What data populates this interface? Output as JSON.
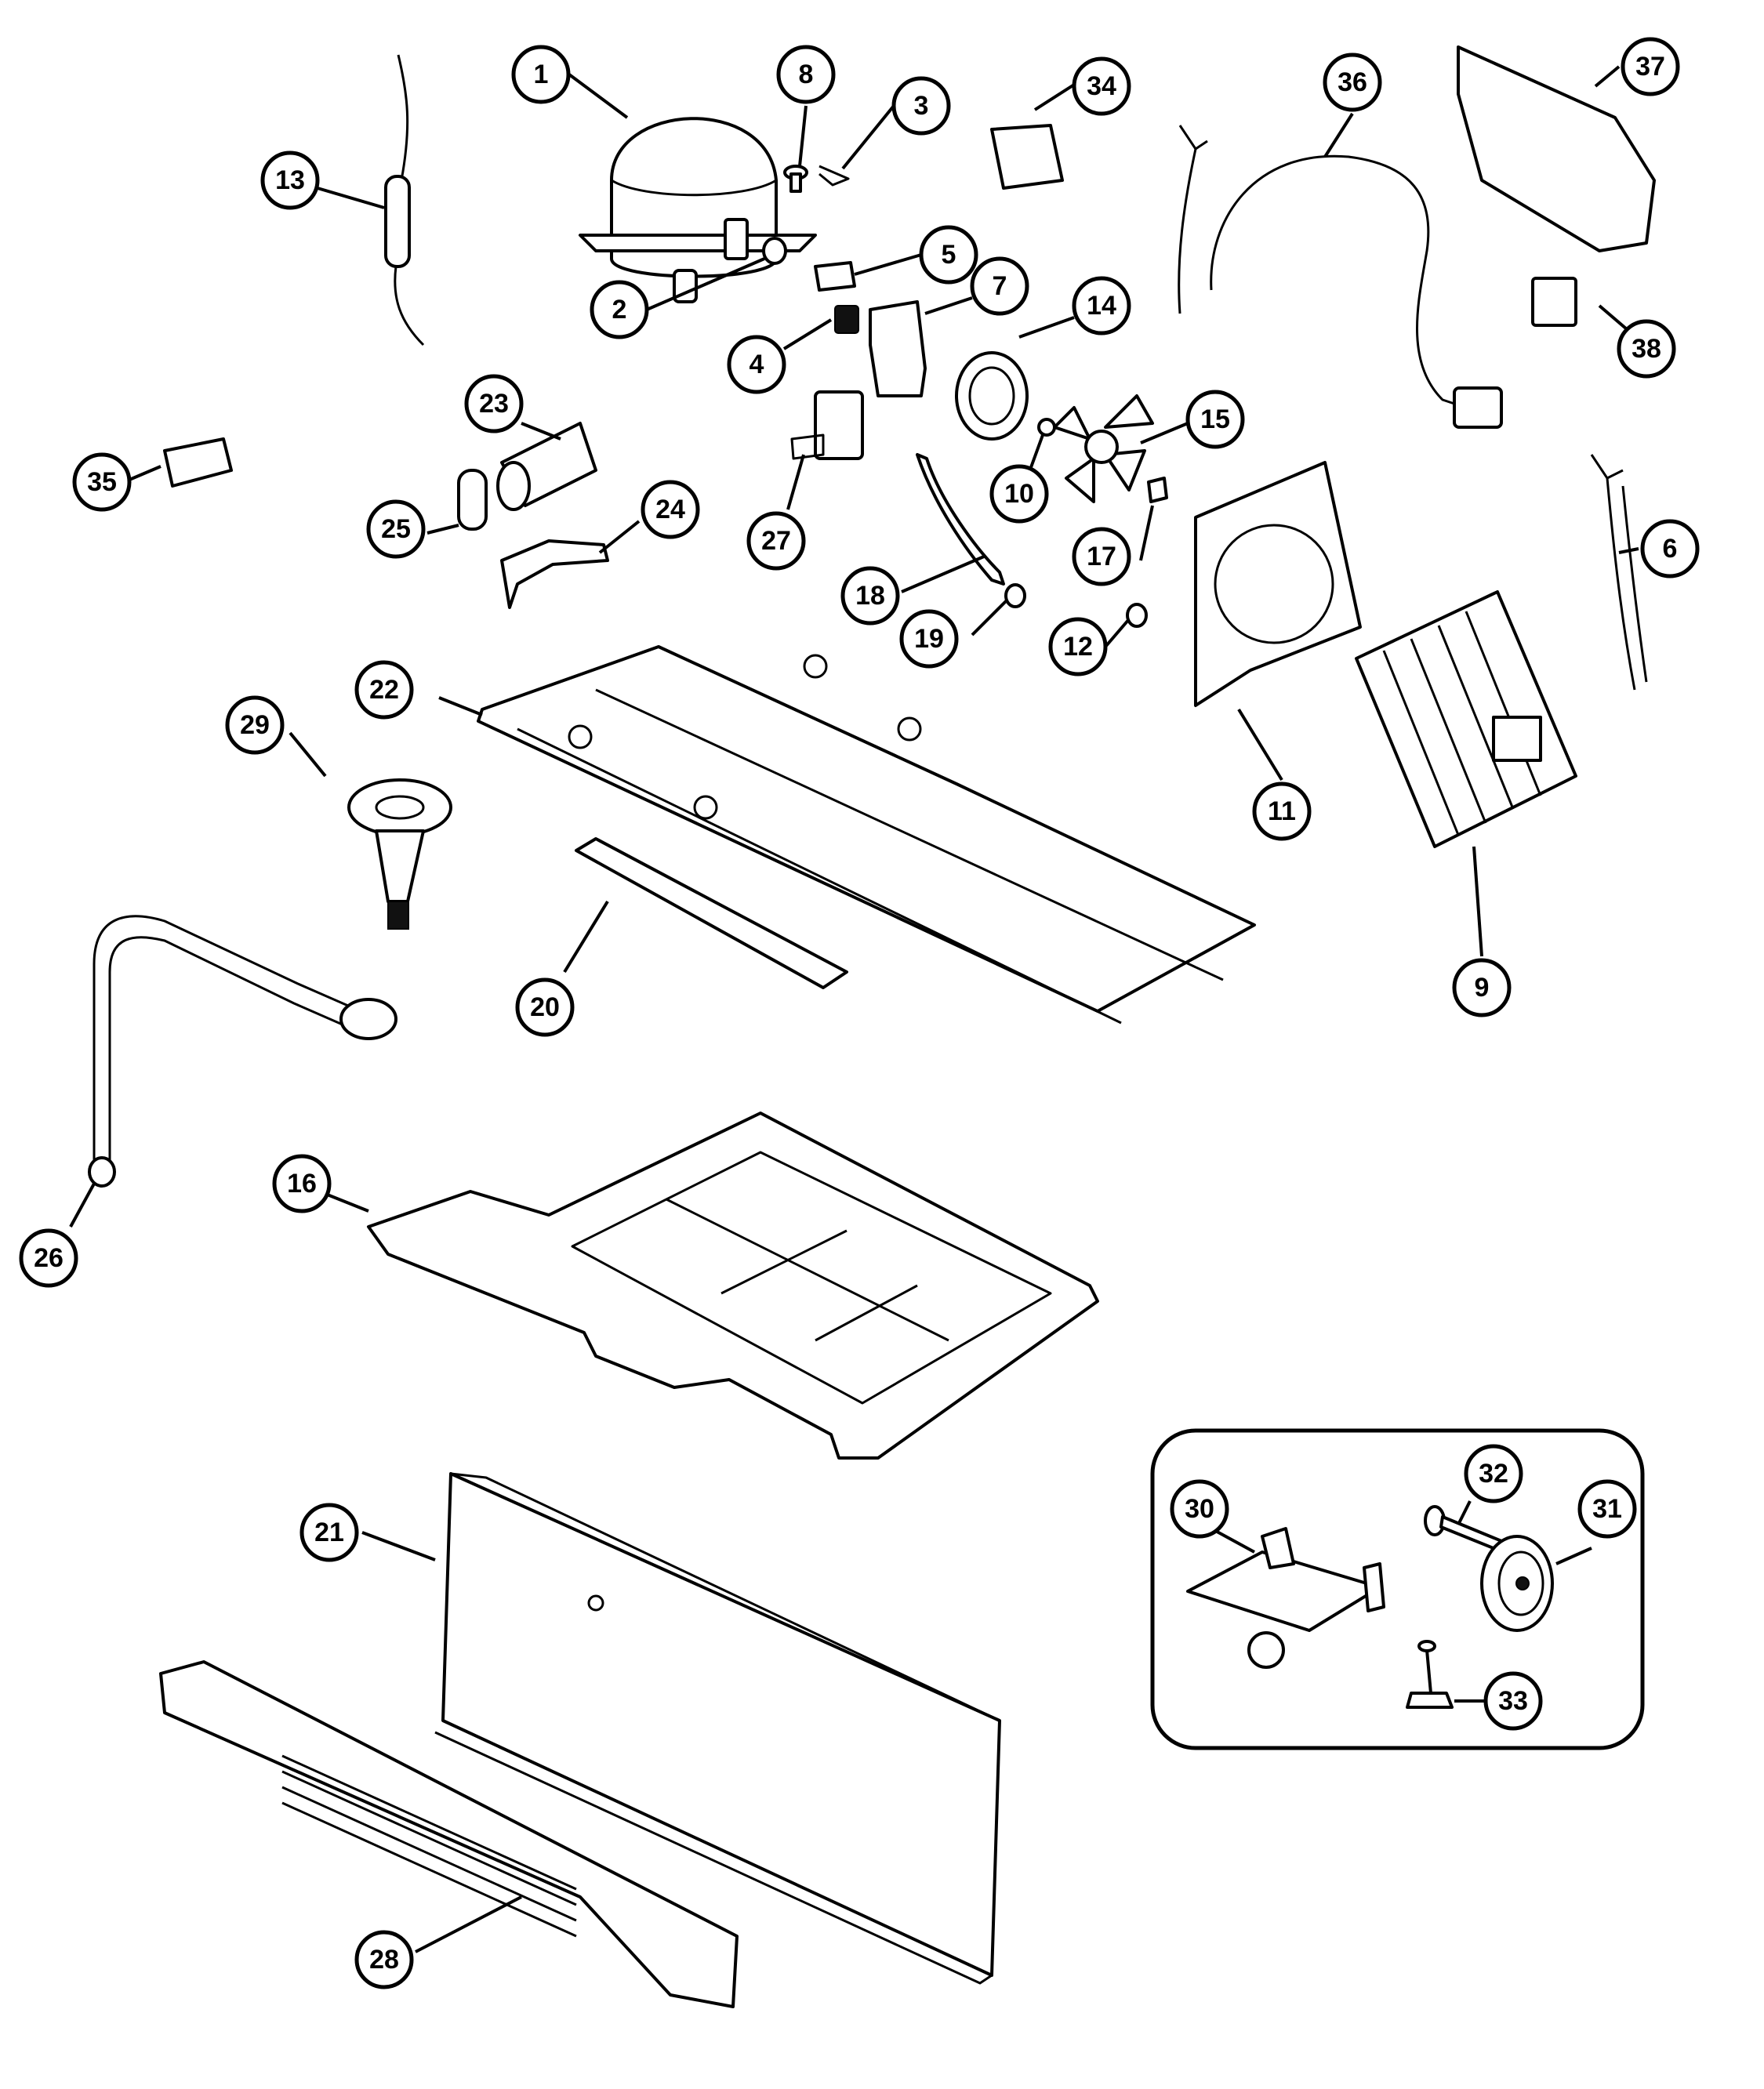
{
  "colors": {
    "ink": "#000000",
    "paper": "#ffffff"
  },
  "callouts": {
    "c1": "1",
    "c2": "2",
    "c3": "3",
    "c4": "4",
    "c5": "5",
    "c6": "6",
    "c7": "7",
    "c8": "8",
    "c9": "9",
    "c10": "10",
    "c11": "11",
    "c12": "12",
    "c13": "13",
    "c14": "14",
    "c15": "15",
    "c16": "16",
    "c17": "17",
    "c18": "18",
    "c19": "19",
    "c20": "20",
    "c21": "21",
    "c22": "22",
    "c23": "23",
    "c24": "24",
    "c25": "25",
    "c26": "26",
    "c27": "27",
    "c28": "28",
    "c29": "29",
    "c30": "30",
    "c31": "31",
    "c32": "32",
    "c33": "33",
    "c34": "34",
    "c35": "35",
    "c36": "36",
    "c37": "37",
    "c38": "38"
  }
}
